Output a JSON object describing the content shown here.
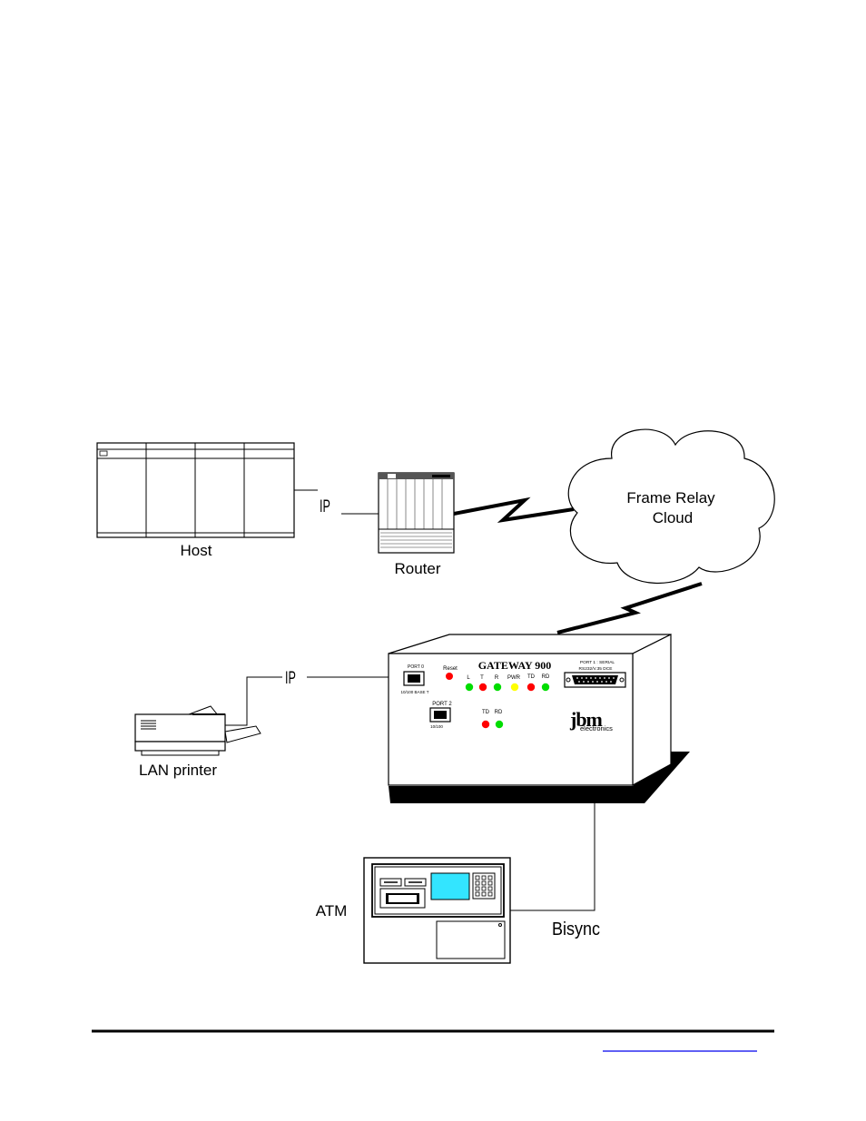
{
  "labels": {
    "host": "Host",
    "router": "Router",
    "cloud_line1": "Frame Relay",
    "cloud_line2": "Cloud",
    "ip_top": "IP",
    "ip_left": "IP",
    "lan_printer": "LAN printer",
    "atm": "ATM",
    "bisync": "Bisync"
  },
  "gateway": {
    "title": "GATEWAY 900",
    "port0": "PORT 0",
    "port0_sub": "10/100 BASE T",
    "reset": "Reset",
    "led_l": "L",
    "led_t": "T",
    "led_r": "R",
    "led_pwr": "PWR",
    "led_td": "TD",
    "led_rd": "RD",
    "port1": "PORT 1 : SERIAL",
    "port1_sub": "RS232/V.35 DCE",
    "port2": "PORT 2",
    "port2_sub": "10/100",
    "td2": "TD",
    "rd2": "RD",
    "brand": "jbm",
    "brand_sub": "electronics"
  },
  "colors": {
    "led_red": "#ff0000",
    "led_green": "#00dd00",
    "led_yellow": "#ffff00",
    "atm_screen": "#33e5ff",
    "link": "#0000ee"
  }
}
